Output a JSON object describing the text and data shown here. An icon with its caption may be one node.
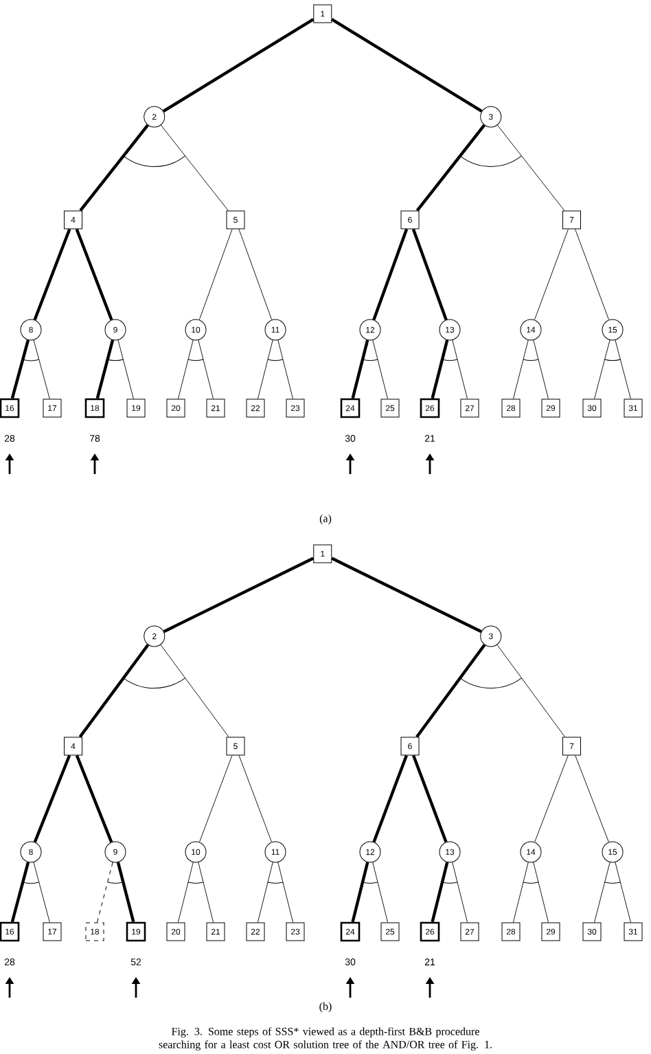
{
  "diagram": {
    "caption": "Fig. 3. Some steps of SSS* viewed as a depth-first B&B procedure searching for a least cost OR solution tree of the AND/OR tree of Fig. 1.",
    "nodes": [
      {
        "text": [
          "1"
        ]
      },
      {
        "text": [
          "2"
        ]
      },
      {
        "text": [
          "3"
        ]
      },
      {
        "text": [
          "4"
        ]
      },
      {
        "text": [
          "5"
        ]
      },
      {
        "text": [
          "6"
        ]
      },
      {
        "text": [
          "7"
        ]
      },
      {
        "text": [
          "8"
        ]
      },
      {
        "text": [
          "9"
        ]
      },
      {
        "text": [
          "10"
        ]
      },
      {
        "text": [
          "11"
        ]
      },
      {
        "text": [
          "12"
        ]
      },
      {
        "text": [
          "13"
        ]
      },
      {
        "text": [
          "14"
        ]
      },
      {
        "text": [
          "15"
        ]
      },
      {
        "text": [
          "16"
        ],
        "beside": [
          "28"
        ]
      },
      {
        "text": [
          "17"
        ]
      },
      {
        "text": [
          "18"
        ],
        "beside": [
          "78"
        ]
      },
      {
        "text": [
          "19"
        ]
      },
      {
        "text": [
          "20"
        ]
      },
      {
        "text": [
          "21"
        ]
      },
      {
        "text": [
          "22"
        ]
      },
      {
        "text": [
          "23"
        ]
      },
      {
        "text": [
          "24"
        ],
        "beside": [
          "30"
        ]
      },
      {
        "text": [
          "25"
        ]
      },
      {
        "text": [
          "26"
        ],
        "beside": [
          "21"
        ]
      },
      {
        "text": [
          "27"
        ]
      },
      {
        "text": [
          "28"
        ]
      },
      {
        "text": [
          "29"
        ]
      },
      {
        "text": [
          "30"
        ]
      },
      {
        "text": [
          "31"
        ]
      },
      {
        "text": [
          "1"
        ]
      },
      {
        "text": [
          "2"
        ]
      },
      {
        "text": [
          "3"
        ]
      },
      {
        "text": [
          "4"
        ]
      },
      {
        "text": [
          "5"
        ]
      },
      {
        "text": [
          "6"
        ]
      },
      {
        "text": [
          "7"
        ]
      },
      {
        "text": [
          "8"
        ]
      },
      {
        "text": [
          "9"
        ]
      },
      {
        "text": [
          "10"
        ]
      },
      {
        "text": [
          "11"
        ]
      },
      {
        "text": [
          "12"
        ]
      },
      {
        "text": [
          "13"
        ]
      },
      {
        "text": [
          "14"
        ]
      },
      {
        "text": [
          "15"
        ]
      },
      {
        "text": [
          "16"
        ],
        "beside": [
          "28"
        ]
      },
      {
        "text": [
          "17"
        ]
      },
      {
        "text": [
          "18"
        ]
      },
      {
        "text": [
          "19"
        ],
        "beside": [
          "52"
        ]
      },
      {
        "text": [
          "20"
        ]
      },
      {
        "text": [
          "21"
        ]
      },
      {
        "text": [
          "22"
        ]
      },
      {
        "text": [
          "23"
        ]
      },
      {
        "text": [
          "24"
        ],
        "beside": [
          "30"
        ]
      },
      {
        "text": [
          "25"
        ]
      },
      {
        "text": [
          "26"
        ],
        "beside": [
          "21"
        ]
      },
      {
        "text": [
          "27"
        ]
      },
      {
        "text": [
          "28"
        ]
      },
      {
        "text": [
          "29"
        ]
      },
      {
        "text": [
          "30"
        ]
      },
      {
        "text": [
          "31"
        ]
      }
    ],
    "edges": [
      {
        "from": 0,
        "to": 1,
        "arrow": "none",
        "style": "thick"
      },
      {
        "from": 0,
        "to": 2,
        "arrow": "none",
        "style": "thick"
      },
      {
        "from": 1,
        "to": 3,
        "arrow": "none",
        "style": "thick"
      },
      {
        "from": 1,
        "to": 4,
        "arrow": "none"
      },
      {
        "from": 2,
        "to": 5,
        "arrow": "none",
        "style": "thick"
      },
      {
        "from": 2,
        "to": 6,
        "arrow": "none"
      },
      {
        "from": 3,
        "to": 7,
        "arrow": "none",
        "style": "thick"
      },
      {
        "from": 3,
        "to": 8,
        "arrow": "none",
        "style": "thick"
      },
      {
        "from": 4,
        "to": 9,
        "arrow": "none"
      },
      {
        "from": 4,
        "to": 10,
        "arrow": "none"
      },
      {
        "from": 5,
        "to": 11,
        "arrow": "none",
        "style": "thick"
      },
      {
        "from": 5,
        "to": 12,
        "arrow": "none",
        "style": "thick"
      },
      {
        "from": 6,
        "to": 13,
        "arrow": "none"
      },
      {
        "from": 6,
        "to": 14,
        "arrow": "none"
      },
      {
        "from": 7,
        "to": 15,
        "arrow": "none",
        "style": "thick"
      },
      {
        "from": 7,
        "to": 16,
        "arrow": "none"
      },
      {
        "from": 8,
        "to": 17,
        "arrow": "none",
        "style": "thick"
      },
      {
        "from": 8,
        "to": 18,
        "arrow": "none"
      },
      {
        "from": 9,
        "to": 19,
        "arrow": "none"
      },
      {
        "from": 9,
        "to": 20,
        "arrow": "none"
      },
      {
        "from": 10,
        "to": 21,
        "arrow": "none"
      },
      {
        "from": 10,
        "to": 22,
        "arrow": "none"
      },
      {
        "from": 11,
        "to": 23,
        "arrow": "none",
        "style": "thick"
      },
      {
        "from": 11,
        "to": 24,
        "arrow": "none"
      },
      {
        "from": 12,
        "to": 25,
        "arrow": "none",
        "style": "thick"
      },
      {
        "from": 12,
        "to": 26,
        "arrow": "none"
      },
      {
        "from": 13,
        "to": 27,
        "arrow": "none"
      },
      {
        "from": 13,
        "to": 28,
        "arrow": "none"
      },
      {
        "from": 14,
        "to": 29,
        "arrow": "none"
      },
      {
        "from": 14,
        "to": 30,
        "arrow": "none"
      },
      {
        "from": 31,
        "to": 32,
        "arrow": "none",
        "style": "thick"
      },
      {
        "from": 31,
        "to": 33,
        "arrow": "none",
        "style": "thick"
      },
      {
        "from": 32,
        "to": 34,
        "arrow": "none",
        "style": "thick"
      },
      {
        "from": 32,
        "to": 35,
        "arrow": "none"
      },
      {
        "from": 33,
        "to": 36,
        "arrow": "none",
        "style": "thick"
      },
      {
        "from": 33,
        "to": 37,
        "arrow": "none"
      },
      {
        "from": 34,
        "to": 38,
        "arrow": "none",
        "style": "thick"
      },
      {
        "from": 34,
        "to": 39,
        "arrow": "none",
        "style": "thick"
      },
      {
        "from": 35,
        "to": 40,
        "arrow": "none"
      },
      {
        "from": 35,
        "to": 41,
        "arrow": "none"
      },
      {
        "from": 36,
        "to": 42,
        "arrow": "none",
        "style": "thick"
      },
      {
        "from": 36,
        "to": 43,
        "arrow": "none",
        "style": "thick"
      },
      {
        "from": 37,
        "to": 44,
        "arrow": "none"
      },
      {
        "from": 37,
        "to": 45,
        "arrow": "none"
      },
      {
        "from": 38,
        "to": 46,
        "arrow": "none",
        "style": "thick"
      },
      {
        "from": 38,
        "to": 47,
        "arrow": "none"
      },
      {
        "from": 39,
        "to": 48,
        "arrow": "none",
        "style": "dashed"
      },
      {
        "from": 39,
        "to": 49,
        "arrow": "none",
        "style": "thick"
      },
      {
        "from": 40,
        "to": 50,
        "arrow": "none"
      },
      {
        "from": 40,
        "to": 51,
        "arrow": "none"
      },
      {
        "from": 41,
        "to": 52,
        "arrow": "none"
      },
      {
        "from": 41,
        "to": 53,
        "arrow": "none"
      },
      {
        "from": 42,
        "to": 54,
        "arrow": "none",
        "style": "thick"
      },
      {
        "from": 42,
        "to": 55,
        "arrow": "none"
      },
      {
        "from": 43,
        "to": 56,
        "arrow": "none",
        "style": "thick"
      },
      {
        "from": 43,
        "to": 57,
        "arrow": "none"
      },
      {
        "from": 44,
        "to": 58,
        "arrow": "none"
      },
      {
        "from": 44,
        "to": 59,
        "arrow": "none"
      },
      {
        "from": 45,
        "to": 60,
        "arrow": "none"
      },
      {
        "from": 45,
        "to": 61,
        "arrow": "none"
      }
    ],
    "labels": [
      "(a)",
      "(b)"
    ]
  }
}
